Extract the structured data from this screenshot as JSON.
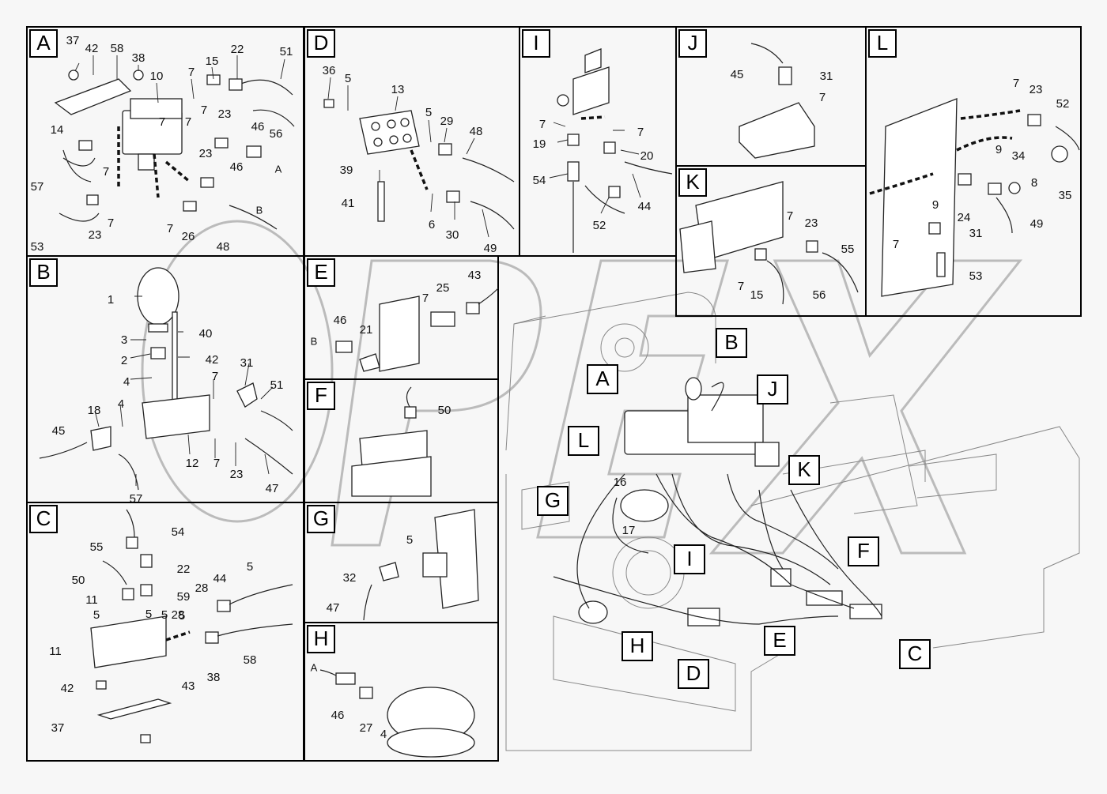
{
  "panels": [
    {
      "id": "A",
      "labels": [
        "37",
        "42",
        "58",
        "38",
        "10",
        "7",
        "15",
        "22",
        "51",
        "7",
        "23",
        "46",
        "56",
        "14",
        "7",
        "7",
        "23",
        "46",
        "57",
        "7",
        "7",
        "26",
        "48",
        "53",
        "23",
        "7"
      ],
      "letters": [
        "A",
        "B"
      ]
    },
    {
      "id": "D",
      "labels": [
        "36",
        "5",
        "13",
        "5",
        "29",
        "48",
        "39",
        "41",
        "6",
        "30",
        "49"
      ],
      "letters": []
    },
    {
      "id": "I",
      "labels": [
        "7",
        "7",
        "19",
        "20",
        "54",
        "44",
        "52"
      ],
      "letters": []
    },
    {
      "id": "J",
      "labels": [
        "45",
        "31",
        "7"
      ],
      "letters": []
    },
    {
      "id": "K",
      "labels": [
        "7",
        "23",
        "55",
        "7",
        "15",
        "56"
      ],
      "letters": []
    },
    {
      "id": "L",
      "labels": [
        "7",
        "23",
        "52",
        "9",
        "34",
        "8",
        "35",
        "9",
        "24",
        "49",
        "7",
        "31",
        "53"
      ],
      "letters": []
    },
    {
      "id": "B",
      "labels": [
        "1",
        "40",
        "3",
        "2",
        "42",
        "4",
        "31",
        "7",
        "51",
        "18",
        "4",
        "45",
        "12",
        "7",
        "23",
        "47",
        "57"
      ],
      "letters": []
    },
    {
      "id": "E",
      "labels": [
        "43",
        "25",
        "7",
        "46",
        "21"
      ],
      "letters": [
        "B"
      ]
    },
    {
      "id": "F",
      "labels": [
        "50"
      ],
      "letters": []
    },
    {
      "id": "C",
      "labels": [
        "54",
        "55",
        "22",
        "50",
        "11",
        "5",
        "28",
        "44",
        "5",
        "5",
        "28",
        "5",
        "59",
        "5",
        "11",
        "43",
        "38",
        "58",
        "42",
        "37"
      ],
      "letters": []
    },
    {
      "id": "G",
      "labels": [
        "5",
        "32",
        "47"
      ],
      "letters": []
    },
    {
      "id": "H",
      "labels": [
        "46",
        "27",
        "4"
      ],
      "letters": [
        "A"
      ]
    }
  ],
  "overview": {
    "callouts": [
      "B",
      "A",
      "J",
      "L",
      "K",
      "G",
      "I",
      "F",
      "H",
      "E",
      "C",
      "D"
    ],
    "numbers": [
      "16",
      "17"
    ]
  }
}
